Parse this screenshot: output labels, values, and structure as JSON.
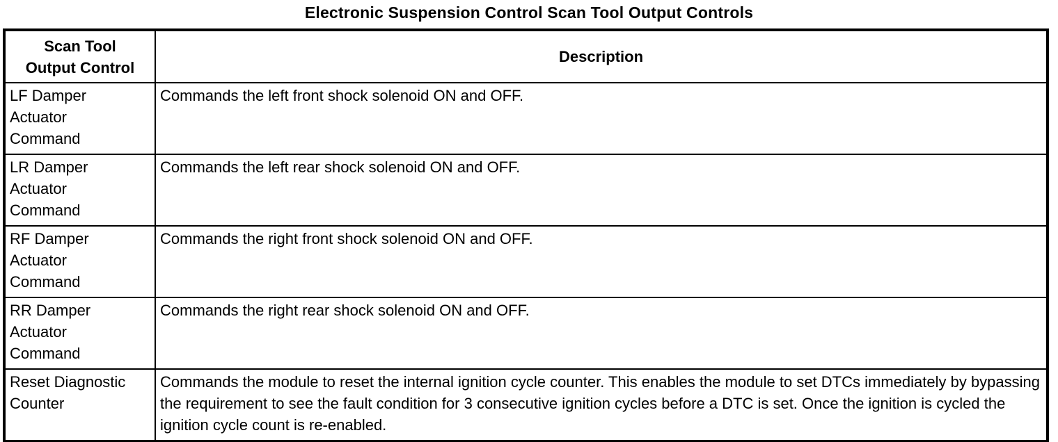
{
  "title": "Electronic Suspension Control Scan Tool Output Controls",
  "table": {
    "headers": {
      "control": "Scan Tool\nOutput Control",
      "description": "Description"
    },
    "rows": [
      {
        "control": "LF Damper\nActuator\nCommand",
        "description": "Commands the left front shock solenoid ON and OFF."
      },
      {
        "control": "LR Damper\nActuator\nCommand",
        "description": "Commands the left rear shock solenoid ON and OFF."
      },
      {
        "control": "RF Damper\nActuator\nCommand",
        "description": "Commands the right front shock solenoid ON and OFF."
      },
      {
        "control": "RR Damper\nActuator\nCommand",
        "description": "Commands the right rear shock solenoid ON and OFF."
      },
      {
        "control": "Reset Diagnostic\nCounter",
        "description": "Commands the module to reset the internal ignition cycle counter. This enables the module to set DTCs immediately by bypassing the requirement to see the fault condition for 3 consecutive ignition cycles before a DTC is set. Once the ignition is cycled the ignition cycle count is re-enabled."
      }
    ]
  },
  "colors": {
    "text": "#000000",
    "background": "#ffffff",
    "border": "#000000"
  }
}
